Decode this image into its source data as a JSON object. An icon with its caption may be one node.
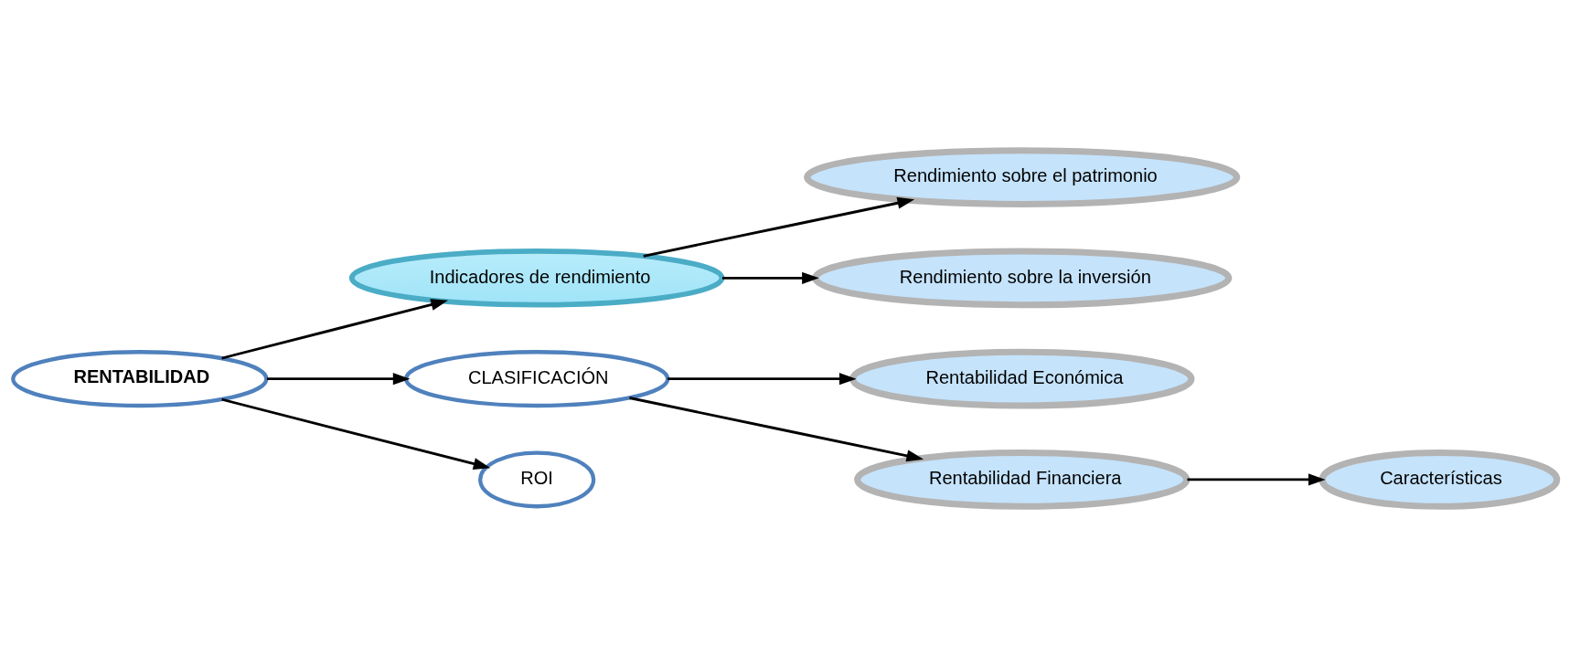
{
  "diagram": {
    "nodes": [
      {
        "text": [
          "RENTABILIDAD"
        ]
      },
      {
        "text": [
          "Indicadores de rendimiento"
        ]
      },
      {
        "text": [
          "Rendimiento sobre el patrimonio"
        ]
      },
      {
        "text": [
          "Rendimiento sobre la inversión"
        ]
      },
      {
        "text": [
          "CLASIFICACIÓN"
        ]
      },
      {
        "text": [
          "Rentabilidad Económica"
        ]
      },
      {
        "text": [
          "Rentabilidad Financiera"
        ]
      },
      {
        "text": [
          "Características"
        ]
      },
      {
        "text": [
          "ROI"
        ]
      }
    ],
    "edges": [
      {
        "from": 0,
        "to": 1,
        "arrow": "to"
      },
      {
        "from": 1,
        "to": 2,
        "arrow": "to"
      },
      {
        "from": 1,
        "to": 3,
        "arrow": "to"
      },
      {
        "from": 0,
        "to": 4,
        "arrow": "to"
      },
      {
        "from": 4,
        "to": 5,
        "arrow": "to"
      },
      {
        "from": 4,
        "to": 6,
        "arrow": "to"
      },
      {
        "from": 6,
        "to": 7,
        "arrow": "to"
      },
      {
        "from": 0,
        "to": 8,
        "arrow": "to"
      }
    ]
  }
}
